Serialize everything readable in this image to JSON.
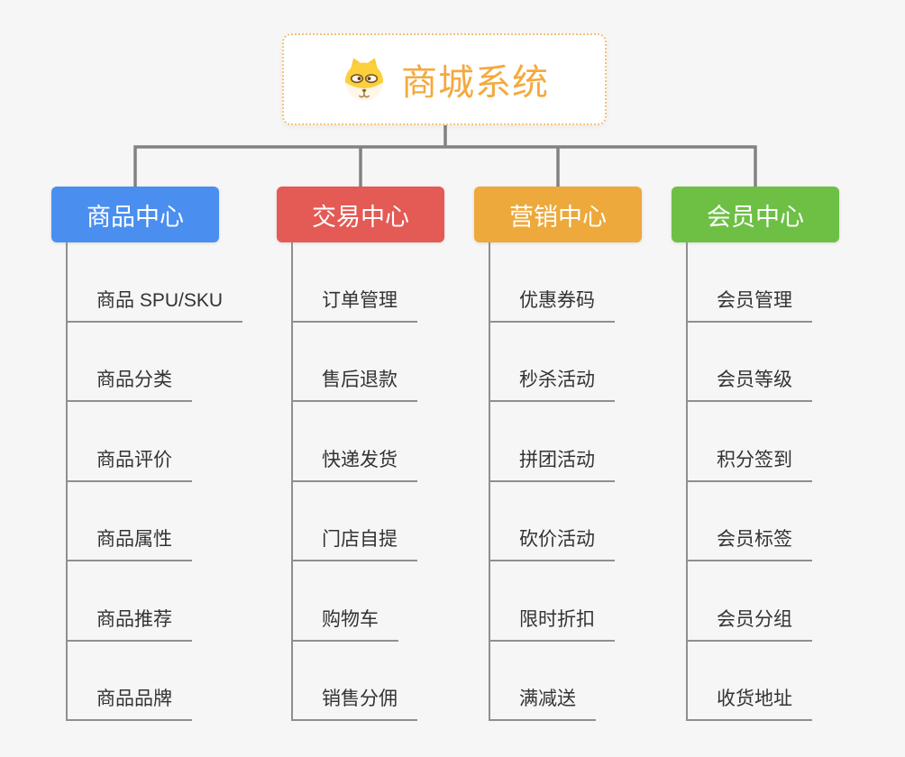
{
  "canvas": {
    "background": "#f6f6f6",
    "connector_color": "#828282"
  },
  "root": {
    "title": "商城系统",
    "icon": "dog-icon",
    "title_color": "#f5a93e",
    "border_color": "#f3c178"
  },
  "branches": [
    {
      "label": "商品中心",
      "color": "#4a8ff0",
      "items": [
        "商品 SPU/SKU",
        "商品分类",
        "商品评价",
        "商品属性",
        "商品推荐",
        "商品品牌"
      ]
    },
    {
      "label": "交易中心",
      "color": "#e45a55",
      "items": [
        "订单管理",
        "售后退款",
        "快递发货",
        "门店自提",
        "购物车",
        "销售分佣"
      ]
    },
    {
      "label": "营销中心",
      "color": "#eda93b",
      "items": [
        "优惠券码",
        "秒杀活动",
        "拼团活动",
        "砍价活动",
        "限时折扣",
        "满减送"
      ]
    },
    {
      "label": "会员中心",
      "color": "#6dc044",
      "items": [
        "会员管理",
        "会员等级",
        "积分签到",
        "会员标签",
        "会员分组",
        "收货地址"
      ]
    }
  ]
}
